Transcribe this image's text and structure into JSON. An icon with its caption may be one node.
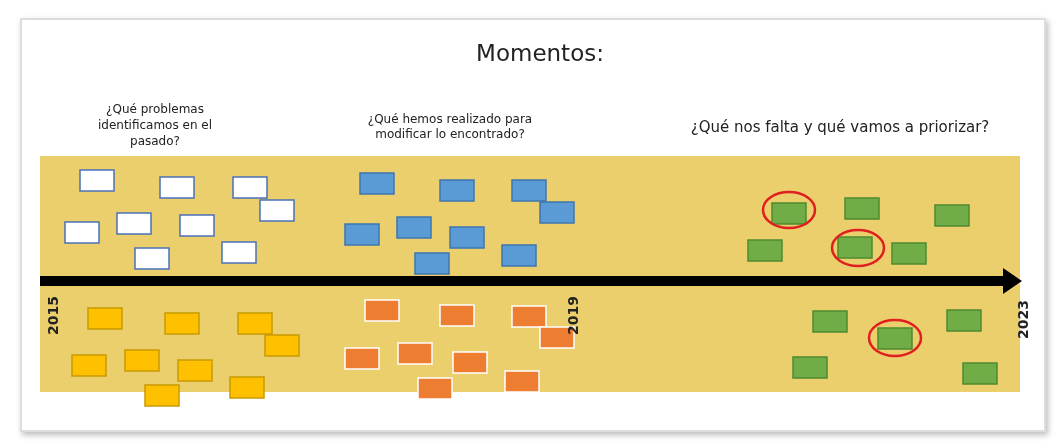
{
  "diagram": {
    "title": "Momentos:",
    "labels": [
      "¿Qué problemas identificamos en el pasado?",
      "¿Qué hemos realizado para modificar lo encontrado?",
      "¿Qué nos falta y qué vamos a priorizar?",
      "2015",
      "2019",
      "2023"
    ]
  }
}
